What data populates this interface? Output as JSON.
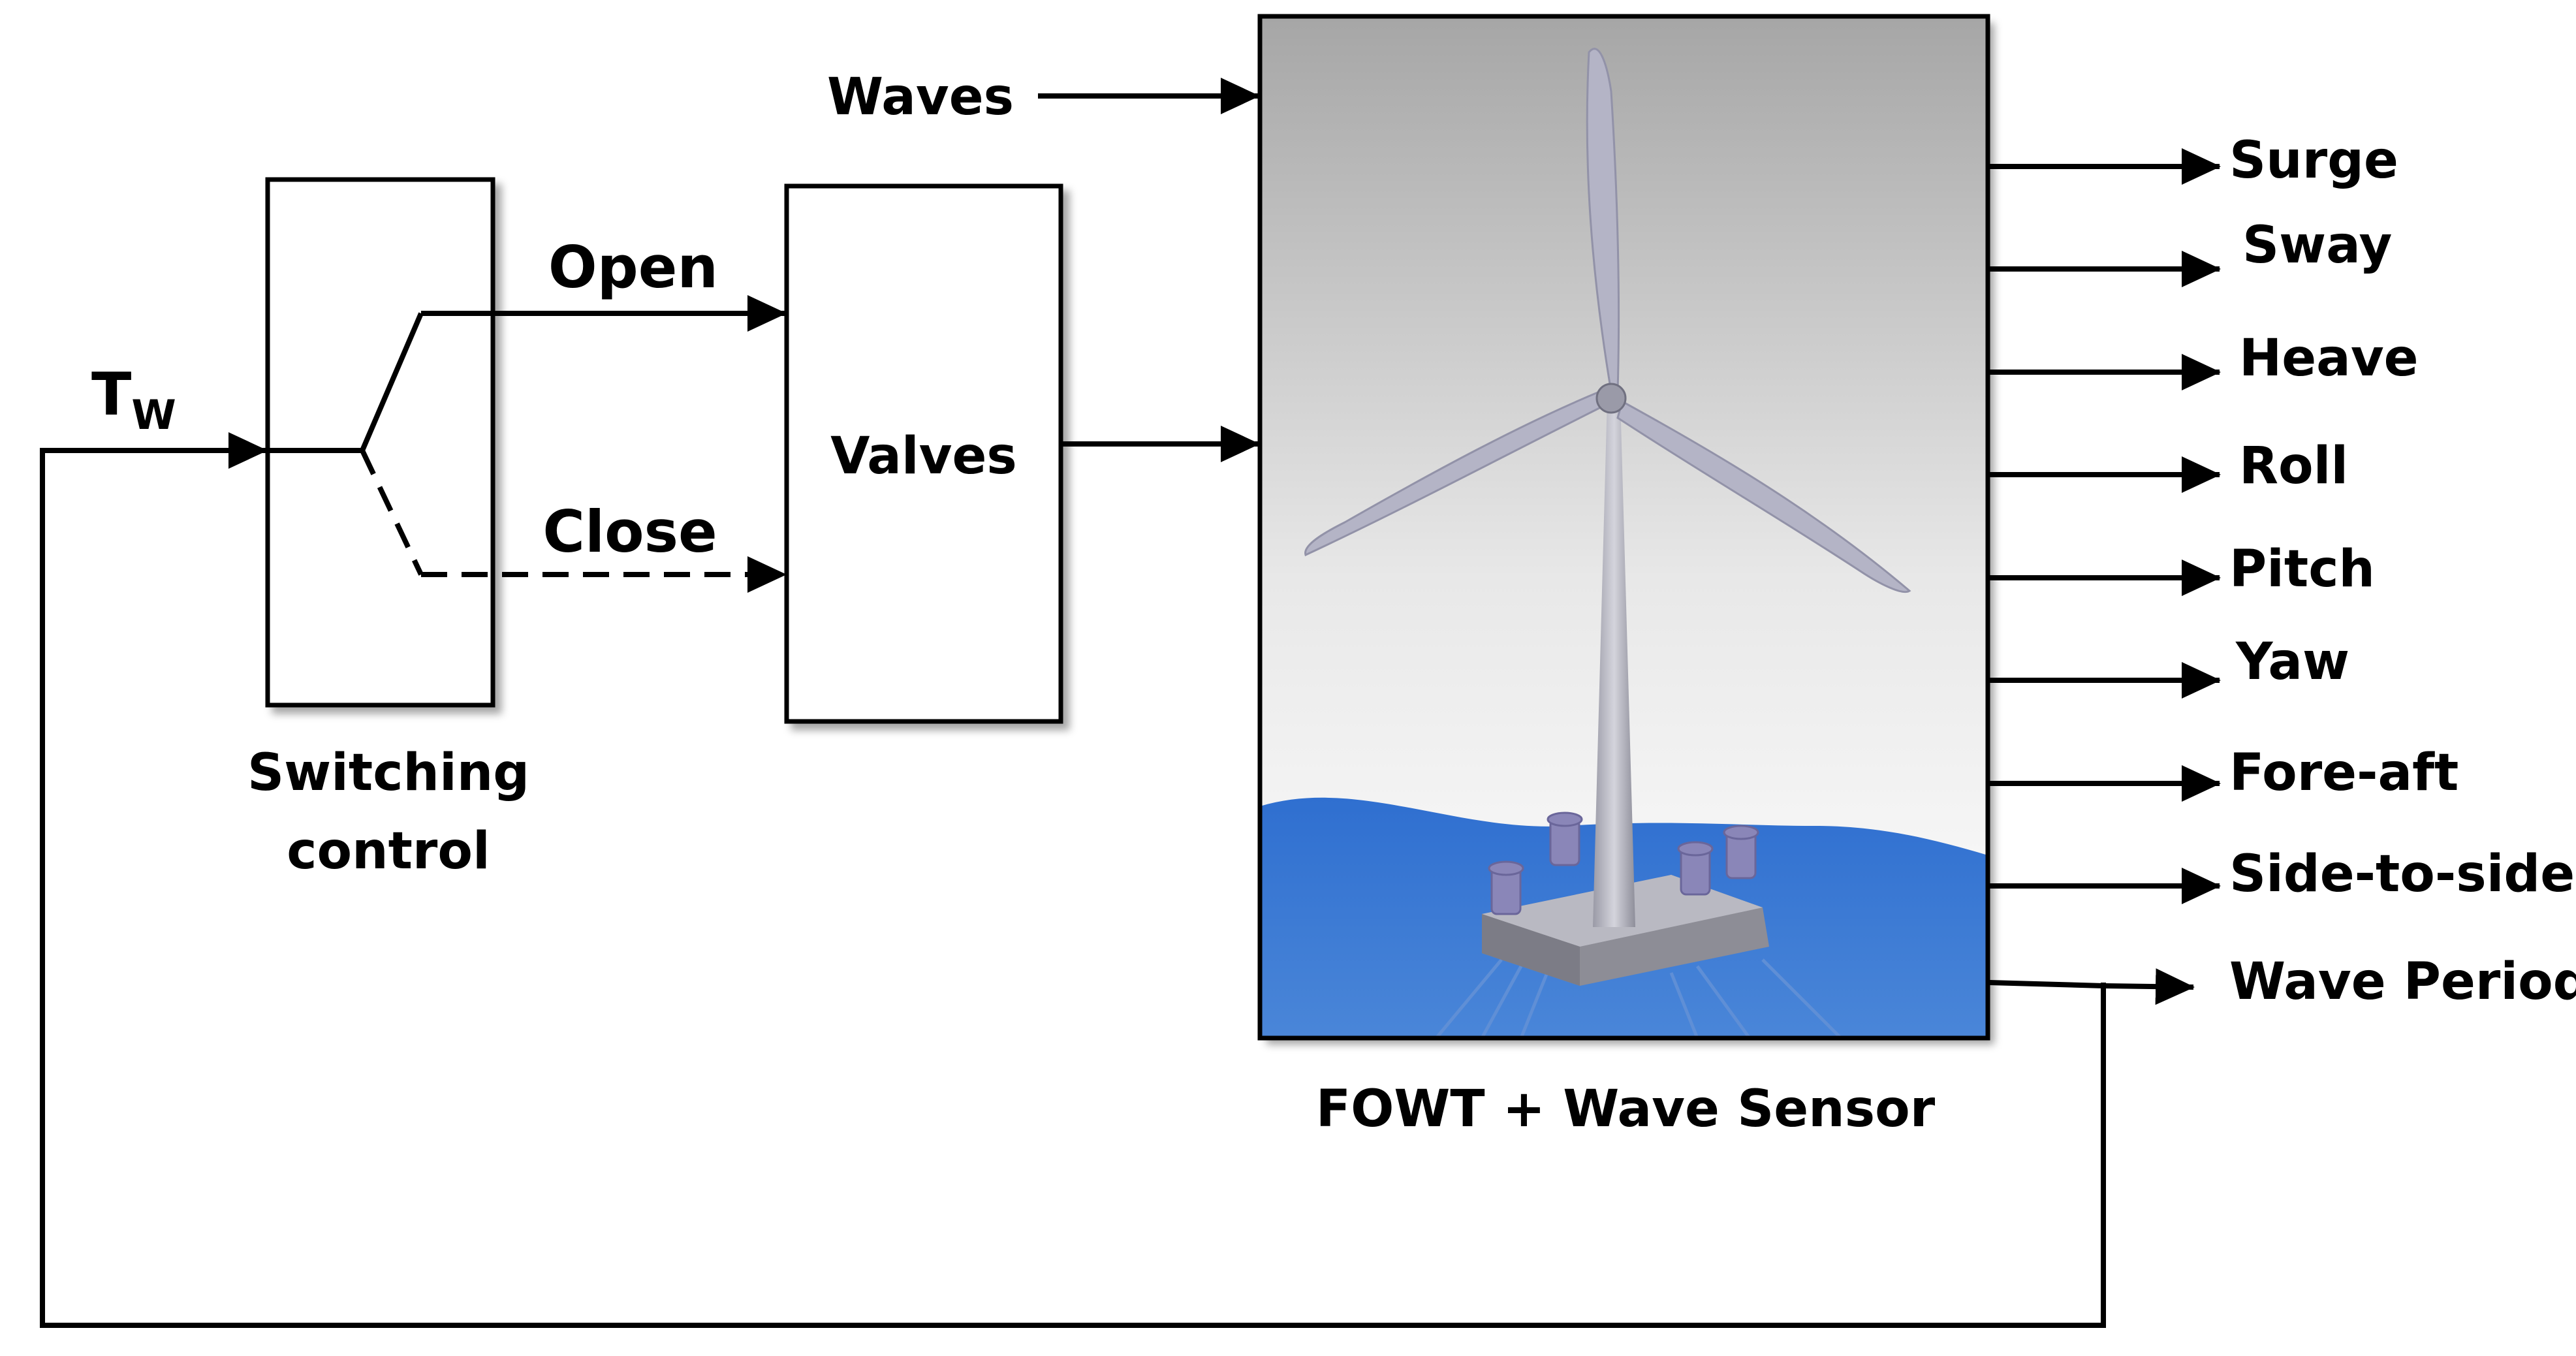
{
  "input": {
    "tw_main": "T",
    "tw_sub": "W"
  },
  "switching_block": {
    "label_line1": "Switching",
    "label_line2": "control",
    "open_label": "Open",
    "close_label": "Close"
  },
  "valves_block": {
    "label": "Valves"
  },
  "waves_input": {
    "label": "Waves"
  },
  "fowt_block": {
    "label": "FOWT + Wave Sensor"
  },
  "outputs": [
    "Surge",
    "Sway",
    "Heave",
    "Roll",
    "Pitch",
    "Yaw",
    "Fore-aft",
    "Side-to-side",
    "Wave Period"
  ],
  "colors": {
    "line": "#000000",
    "sky_top": "#a9a9a9",
    "sky_bottom": "#ffffff",
    "water": "#3a78cc",
    "turbine": "#b8b8c8"
  }
}
